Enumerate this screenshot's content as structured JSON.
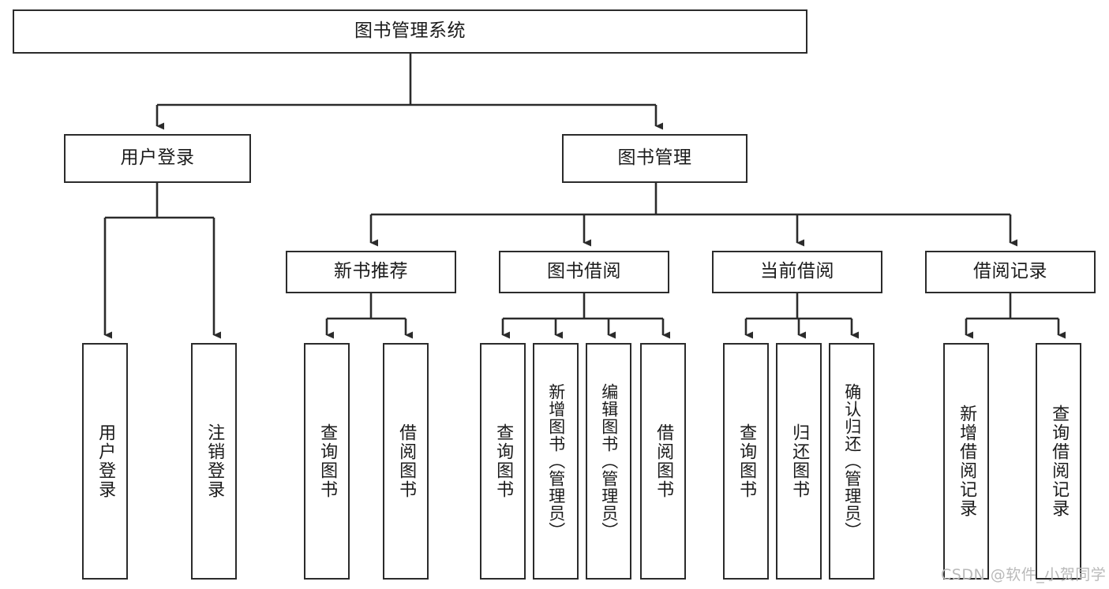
{
  "diagram": {
    "title": "图书管理系统",
    "type": "tree",
    "watermark": "CSDN @软件_小贺同学",
    "colors": {
      "background": "#ffffff",
      "border": "#2b2b2b",
      "text": "#1b1b1b",
      "edge": "#2b2b2b",
      "watermark": "#b9b9b9"
    },
    "levels": {
      "root": {
        "label": "图书管理系统"
      },
      "level2": [
        {
          "label": "用户登录"
        },
        {
          "label": "图书管理"
        }
      ],
      "level3": [
        {
          "label": "新书推荐"
        },
        {
          "label": "图书借阅"
        },
        {
          "label": "当前借阅"
        },
        {
          "label": "借阅记录"
        }
      ]
    },
    "nodes": {
      "root": "图书管理系统",
      "user_login": "用户登录",
      "book_manage": "图书管理",
      "new_book_rec": "新书推荐",
      "book_borrow": "图书借阅",
      "current_borrow": "当前借阅",
      "borrow_record": "借阅记录",
      "leaf_user_login": "用户登录",
      "leaf_user_logout": "注销登录",
      "leaf_query_book_1": "查询图书",
      "leaf_borrow_book_1": "借阅图书",
      "leaf_query_book_2": "查询图书",
      "leaf_add_book_admin": "新增图书（管理员）",
      "leaf_edit_book_admin": "编辑图书（管理员）",
      "leaf_borrow_book_2": "借阅图书",
      "leaf_query_book_3": "查询图书",
      "leaf_return_book": "归还图书",
      "leaf_confirm_return_admin": "确认归还（管理员）",
      "leaf_add_record": "新增借阅记录",
      "leaf_query_record": "查询借阅记录"
    }
  }
}
